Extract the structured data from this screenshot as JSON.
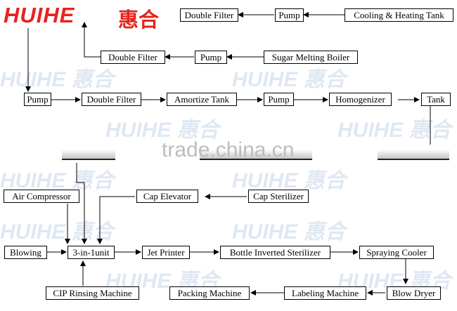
{
  "brand": {
    "name_en": "HUIHE",
    "name_cn": "惠合"
  },
  "watermark": {
    "text": "trade.china.cn"
  },
  "nodes": {
    "double_filter_1": "Double Filter",
    "pump_1": "Pump",
    "cooling_heating_tank": "Cooling & Heating Tank",
    "double_filter_2": "Double Filter",
    "pump_2": "Pump",
    "sugar_melting_boiler": "Sugar Melting Boiler",
    "pump_3": "Pump",
    "double_filter_3": "Double Filter",
    "amortize_tank": "Amortize Tank",
    "pump_4": "Pump",
    "homogenizer": "Homogenizer",
    "tank": "Tank",
    "air_compressor": "Air Compressor",
    "cap_elevator": "Cap Elevator",
    "cap_sterilizer": "Cap Sterilizer",
    "blowing": "Blowing",
    "three_in_one_unit": "3-in-1unit",
    "jet_printer": "Jet Printer",
    "bottle_inverted_sterilizer": "Bottle Inverted Sterilizer",
    "spraying_cooler": "Spraying Cooler",
    "cip_rinsing_machine": "CIP Rinsing Machine",
    "packing_machine": "Packing Machine",
    "labeling_machine": "Labeling Machine",
    "blow_dryer": "Blow Dryer"
  }
}
